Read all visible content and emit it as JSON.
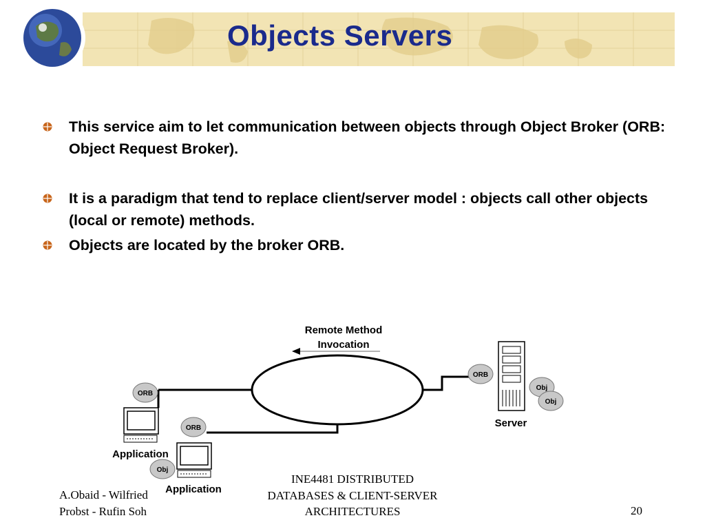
{
  "slide": {
    "title": "Objects Servers",
    "bullets": [
      "This service aim to let communication between objects through Object Broker (ORB: Object Request Broker).",
      "It is a paradigm that tend to replace client/server model : objects call other objects (local or remote) methods.",
      "Objects are located by the broker ORB."
    ]
  },
  "diagram": {
    "rmi_label_line1": "Remote Method",
    "rmi_label_line2": "Invocation",
    "server_label": "Server",
    "application_label_1": "Application",
    "application_label_2": "Application",
    "orb_labels": [
      "ORB",
      "ORB",
      "ORB"
    ],
    "obj_labels": [
      "Obj",
      "Obj",
      "Obj"
    ]
  },
  "footer": {
    "author_line1": "A.Obaid - Wilfried",
    "author_line2": "Probst - Rufin Soh",
    "course_line1": "INE4481 DISTRIBUTED",
    "course_line2": "DATABASES & CLIENT-SERVER",
    "course_line3": "ARCHITECTURES",
    "page_number": "20"
  },
  "colors": {
    "title": "#1a2a8c",
    "banner": "#f2e4b4",
    "bullet_mark": "#c8651b",
    "node_fill": "#c8c8c8"
  }
}
